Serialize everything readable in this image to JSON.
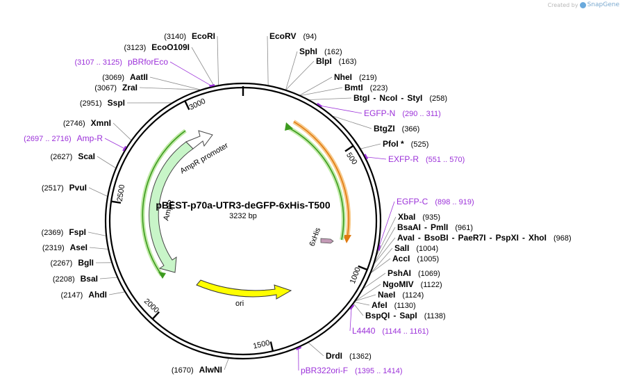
{
  "credit": {
    "prefix": "Created by",
    "brand": "SnapGene"
  },
  "plasmid": {
    "name": "pBEST-p70a-UTR3-deGFP-6xHis-T500",
    "length_label": "3232 bp",
    "length": 3232
  },
  "ticks": [
    {
      "pos": 500,
      "label": "500"
    },
    {
      "pos": 1000,
      "label": "1000"
    },
    {
      "pos": 1500,
      "label": "1500"
    },
    {
      "pos": 2000,
      "label": "2000"
    },
    {
      "pos": 2500,
      "label": "2500"
    },
    {
      "pos": 3000,
      "label": "3000"
    }
  ],
  "sites": [
    {
      "id": "ecorv",
      "pos": 94,
      "side": "right",
      "type": "enzyme",
      "parts": [
        {
          "t": "EcoRV"
        }
      ],
      "pos_label": "(94)"
    },
    {
      "id": "sphi",
      "pos": 162,
      "side": "right",
      "type": "enzyme",
      "parts": [
        {
          "t": "SphI"
        }
      ],
      "pos_label": "(162)"
    },
    {
      "id": "blpi",
      "pos": 163,
      "side": "right",
      "type": "enzyme",
      "parts": [
        {
          "t": "BlpI"
        }
      ],
      "pos_label": "(163)"
    },
    {
      "id": "nhei",
      "pos": 219,
      "side": "right",
      "type": "enzyme",
      "parts": [
        {
          "t": "NheI"
        }
      ],
      "pos_label": "(219)"
    },
    {
      "id": "bmti",
      "pos": 223,
      "side": "right",
      "type": "enzyme",
      "parts": [
        {
          "t": "BmtI"
        }
      ],
      "pos_label": "(223)"
    },
    {
      "id": "btgi",
      "pos": 258,
      "side": "right",
      "type": "enzyme",
      "parts": [
        {
          "t": "BtgI"
        },
        {
          "t": "NcoI"
        },
        {
          "t": "StyI"
        }
      ],
      "pos_label": "(258)"
    },
    {
      "id": "egfpn",
      "pos": 300,
      "side": "right",
      "type": "primer",
      "parts": [
        {
          "t": "EGFP-N"
        }
      ],
      "pos_label": "(290 .. 311)"
    },
    {
      "id": "btgzi",
      "pos": 366,
      "side": "right",
      "type": "enzyme",
      "parts": [
        {
          "t": "BtgZI"
        }
      ],
      "pos_label": "(366)"
    },
    {
      "id": "pfoi",
      "pos": 525,
      "side": "right",
      "type": "enzyme",
      "parts": [
        {
          "t": "PfoI *"
        }
      ],
      "pos_label": "(525)"
    },
    {
      "id": "exfpr",
      "pos": 560,
      "side": "right",
      "type": "primer",
      "parts": [
        {
          "t": "EXFP-R"
        }
      ],
      "pos_label": "(551 .. 570)"
    },
    {
      "id": "egfpc",
      "pos": 908,
      "side": "right",
      "type": "primer",
      "parts": [
        {
          "t": "EGFP-C"
        }
      ],
      "pos_label": "(898 .. 919)"
    },
    {
      "id": "xbai",
      "pos": 935,
      "side": "right",
      "type": "enzyme",
      "parts": [
        {
          "t": "XbaI"
        }
      ],
      "pos_label": "(935)"
    },
    {
      "id": "bsaai",
      "pos": 961,
      "side": "right",
      "type": "enzyme",
      "parts": [
        {
          "t": "BsaAI"
        },
        {
          "t": "PmlI"
        }
      ],
      "pos_label": "(961)"
    },
    {
      "id": "avai",
      "pos": 968,
      "side": "right",
      "type": "enzyme",
      "parts": [
        {
          "t": "AvaI"
        },
        {
          "t": "BsoBI"
        },
        {
          "t": "PaeR7I"
        },
        {
          "t": "PspXI"
        },
        {
          "t": "XhoI"
        }
      ],
      "pos_label": "(968)"
    },
    {
      "id": "sali",
      "pos": 1004,
      "side": "right",
      "type": "enzyme",
      "parts": [
        {
          "t": "SalI"
        }
      ],
      "pos_label": "(1004)"
    },
    {
      "id": "acci",
      "pos": 1005,
      "side": "right",
      "type": "enzyme",
      "parts": [
        {
          "t": "AccI"
        }
      ],
      "pos_label": "(1005)"
    },
    {
      "id": "pshai",
      "pos": 1069,
      "side": "right",
      "type": "enzyme",
      "parts": [
        {
          "t": "PshAI"
        }
      ],
      "pos_label": "(1069)"
    },
    {
      "id": "ngomiv",
      "pos": 1122,
      "side": "right",
      "type": "enzyme",
      "parts": [
        {
          "t": "NgoMIV"
        }
      ],
      "pos_label": "(1122)"
    },
    {
      "id": "naei",
      "pos": 1124,
      "side": "right",
      "type": "enzyme",
      "parts": [
        {
          "t": "NaeI"
        }
      ],
      "pos_label": "(1124)"
    },
    {
      "id": "afei",
      "pos": 1130,
      "side": "right",
      "type": "enzyme",
      "parts": [
        {
          "t": "AfeI"
        }
      ],
      "pos_label": "(1130)"
    },
    {
      "id": "bspqi",
      "pos": 1138,
      "side": "right",
      "type": "enzyme",
      "parts": [
        {
          "t": "BspQI"
        },
        {
          "t": "SapI"
        }
      ],
      "pos_label": "(1138)"
    },
    {
      "id": "l4440",
      "pos": 1152,
      "side": "right",
      "type": "primer",
      "parts": [
        {
          "t": "L4440"
        }
      ],
      "pos_label": "(1144 .. 1161)"
    },
    {
      "id": "drdi",
      "pos": 1362,
      "side": "right",
      "type": "enzyme",
      "parts": [
        {
          "t": "DrdI"
        }
      ],
      "pos_label": "(1362)"
    },
    {
      "id": "pbr322ori",
      "pos": 1404,
      "side": "right",
      "type": "primer",
      "parts": [
        {
          "t": "pBR322ori-F"
        }
      ],
      "pos_label": "(1395 .. 1414)"
    },
    {
      "id": "alwni",
      "pos": 1670,
      "side": "left",
      "type": "enzyme",
      "parts": [
        {
          "t": "AlwNI"
        }
      ],
      "pos_label": "(1670)"
    },
    {
      "id": "ahdi",
      "pos": 2147,
      "side": "left",
      "type": "enzyme",
      "parts": [
        {
          "t": "AhdI"
        }
      ],
      "pos_label": "(2147)"
    },
    {
      "id": "bsai",
      "pos": 2208,
      "side": "left",
      "type": "enzyme",
      "parts": [
        {
          "t": "BsaI"
        }
      ],
      "pos_label": "(2208)"
    },
    {
      "id": "bgli",
      "pos": 2267,
      "side": "left",
      "type": "enzyme",
      "parts": [
        {
          "t": "BglI"
        }
      ],
      "pos_label": "(2267)"
    },
    {
      "id": "asei",
      "pos": 2319,
      "side": "left",
      "type": "enzyme",
      "parts": [
        {
          "t": "AseI"
        }
      ],
      "pos_label": "(2319)"
    },
    {
      "id": "fspi",
      "pos": 2369,
      "side": "left",
      "type": "enzyme",
      "parts": [
        {
          "t": "FspI"
        }
      ],
      "pos_label": "(2369)"
    },
    {
      "id": "pvui",
      "pos": 2517,
      "side": "left",
      "type": "enzyme",
      "parts": [
        {
          "t": "PvuI"
        }
      ],
      "pos_label": "(2517)"
    },
    {
      "id": "scai",
      "pos": 2627,
      "side": "left",
      "type": "enzyme",
      "parts": [
        {
          "t": "ScaI"
        }
      ],
      "pos_label": "(2627)"
    },
    {
      "id": "ampr",
      "pos": 2706,
      "side": "left",
      "type": "primer",
      "parts": [
        {
          "t": "Amp-R"
        }
      ],
      "pos_label": "(2697 .. 2716)"
    },
    {
      "id": "xmni",
      "pos": 2746,
      "side": "left",
      "type": "enzyme",
      "parts": [
        {
          "t": "XmnI"
        }
      ],
      "pos_label": "(2746)"
    },
    {
      "id": "sspi",
      "pos": 2951,
      "side": "left",
      "type": "enzyme",
      "parts": [
        {
          "t": "SspI"
        }
      ],
      "pos_label": "(2951)"
    },
    {
      "id": "zrai",
      "pos": 3067,
      "side": "left",
      "type": "enzyme",
      "parts": [
        {
          "t": "ZraI"
        }
      ],
      "pos_label": "(3067)"
    },
    {
      "id": "aatii",
      "pos": 3069,
      "side": "left",
      "type": "enzyme",
      "parts": [
        {
          "t": "AatII"
        }
      ],
      "pos_label": "(3069)"
    },
    {
      "id": "pbrforeco",
      "pos": 3116,
      "side": "left",
      "type": "primer",
      "parts": [
        {
          "t": "pBRforEco"
        }
      ],
      "pos_label": "(3107 .. 3125)"
    },
    {
      "id": "ecoo109i",
      "pos": 3123,
      "side": "left",
      "type": "enzyme",
      "parts": [
        {
          "t": "EcoO109I"
        }
      ],
      "pos_label": "(3123)"
    },
    {
      "id": "ecori",
      "pos": 3140,
      "side": "left",
      "type": "enzyme",
      "parts": [
        {
          "t": "EcoRI"
        }
      ],
      "pos_label": "(3140)"
    }
  ],
  "features": [
    {
      "id": "amprpromoter",
      "label": "AmpR promoter"
    },
    {
      "id": "ampr",
      "label": "AmpR"
    },
    {
      "id": "ori",
      "label": "ori"
    },
    {
      "id": "his",
      "label": "6xHis"
    }
  ],
  "colors": {
    "backbone": "#000000",
    "enzyme_text": "#000000",
    "primer": "#9b30d9",
    "ampr_fill": "#c8f5c8",
    "ori_fill": "#ffff00",
    "green_arc": "#3c9a1e",
    "orange_arc": "#e07a10",
    "his_fill": "#c39ab6"
  }
}
